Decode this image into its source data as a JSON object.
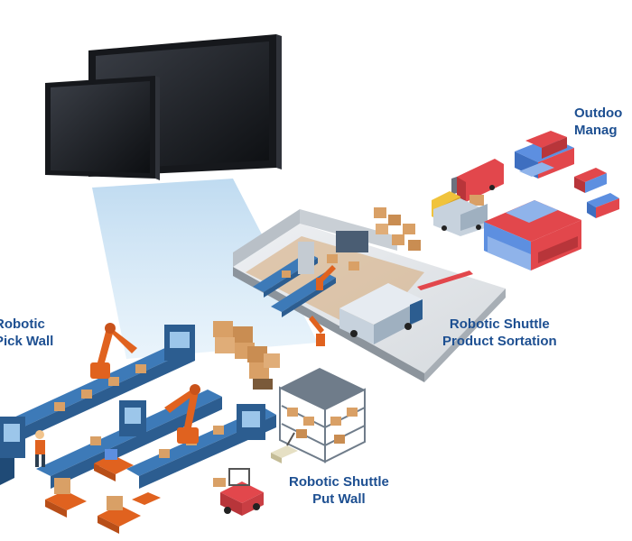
{
  "labels": {
    "outdoor": {
      "line1": "Outdoo",
      "line2": "Manag"
    },
    "pick_wall": {
      "line1": "Robotic",
      "line2": "Pick Wall"
    },
    "sortation": {
      "line1": "Robotic Shuttle",
      "line2": "Product Sortation"
    },
    "put_wall": {
      "line1": "Robotic Shuttle",
      "line2": "Put Wall"
    }
  },
  "colors": {
    "label_text": "#1d4f91",
    "monitor_frame": "#1b1d22",
    "beam": "#a9cdea",
    "conveyor": "#3d7ab8",
    "robot_arm": "#e0621f",
    "box": "#d9a066",
    "floor": "#e3e6ea",
    "container_red": "#e2474c",
    "container_blue": "#5d8fe0"
  },
  "icons": [
    "monitor-large",
    "monitor-small",
    "projection-beam",
    "warehouse-building",
    "delivery-truck",
    "container-stack",
    "robot-arm",
    "conveyor-belt",
    "storage-rack",
    "forklift",
    "agv-robot",
    "worker",
    "parcel-box"
  ]
}
